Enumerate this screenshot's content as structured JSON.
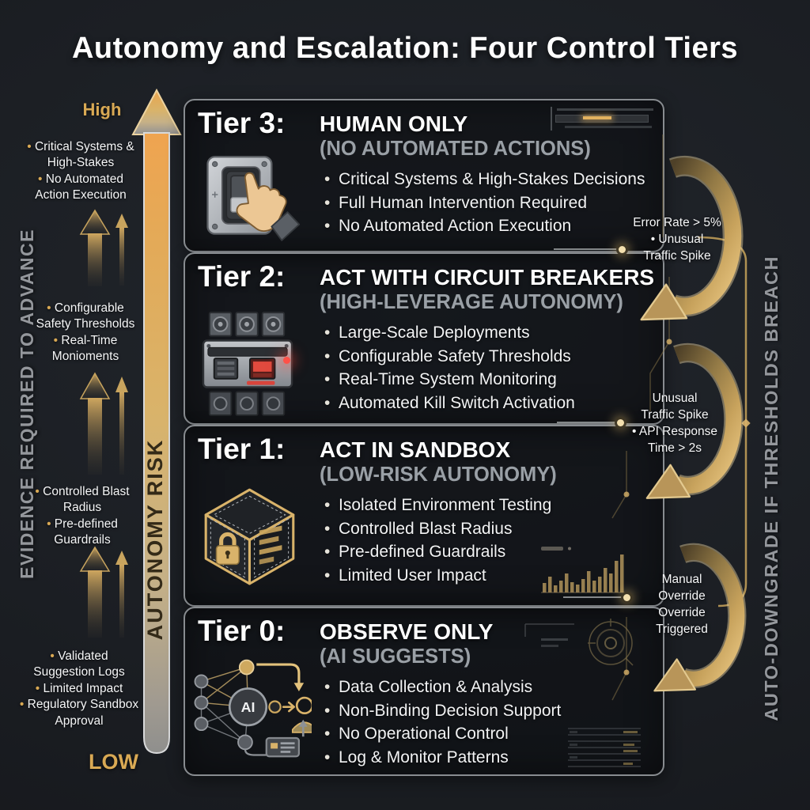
{
  "title": "Autonomy and Escalation: Four Control Tiers",
  "left_rail": {
    "vertical_label": "EVIDENCE REQUIRED TO ADVANCE",
    "risk_axis": {
      "top_label": "High",
      "bottom_label": "LOW",
      "arrow_label": "AUTONOMY RISK"
    },
    "evidence_groups": [
      {
        "items": [
          "Critical Systems & High-Stakes",
          "No Automated Action Execution"
        ]
      },
      {
        "items": [
          "Configurable Safety Thresholds",
          "Real-Time Monioments"
        ]
      },
      {
        "items": [
          "Controlled Blast Radius",
          "Pre-defined Guardrails"
        ]
      },
      {
        "items": [
          "Validated Suggestion Logs",
          "Limited Impact",
          "Regulatory Sandbox Approval"
        ]
      }
    ]
  },
  "tiers": [
    {
      "label": "Tier 3:",
      "heading": "HUMAN ONLY",
      "subheading": "(NO AUTOMATED ACTIONS)",
      "icon": "switch-hand-icon",
      "bullets": [
        "Critical Systems & High-Stakes Decisions",
        "Full Human Intervention Required",
        "No Automated Action Execution"
      ]
    },
    {
      "label": "Tier 2:",
      "heading": "ACT WITH CIRCUIT BREAKERS",
      "subheading": "(HIGH-LEVERAGE AUTONOMY)",
      "icon": "circuit-breaker-icon",
      "bullets": [
        "Large-Scale Deployments",
        "Configurable Safety Thresholds",
        "Real-Time System Monitoring",
        "Automated Kill Switch Activation"
      ]
    },
    {
      "label": "Tier 1:",
      "heading": "ACT IN SANDBOX",
      "subheading": "(LOW-RISK AUTONOMY)",
      "icon": "sandbox-cube-icon",
      "bullets": [
        "Isolated Environment Testing",
        "Controlled Blast Radius",
        "Pre-defined Guardrails",
        "Limited User Impact"
      ]
    },
    {
      "label": "Tier 0:",
      "heading": "OBSERVE ONLY",
      "subheading": "(AI SUGGESTS)",
      "icon": "ai-network-icon",
      "icon_label": "AI",
      "bullets": [
        "Data Collection & Analysis",
        "Non-Binding Decision Support",
        "No Operational Control",
        "Log & Monitor Patterns"
      ]
    }
  ],
  "right_rail": {
    "vertical_label": "AUTO-DOWNGRADE IF THRESHOLDS BREACH",
    "downgrade_triggers": [
      {
        "lines": [
          "Error Rate > 5%",
          "• Unusual",
          "Traffic Spike"
        ]
      },
      {
        "lines": [
          "Unusual",
          "Traffic Spike",
          "• API Response",
          "Time > 2s"
        ]
      },
      {
        "lines": [
          "Manual",
          "Override",
          "Override",
          "Triggered"
        ]
      }
    ]
  },
  "colors": {
    "background": "#1b1e23",
    "panel_border": "#888c90",
    "gold_accent": "#d9b36a",
    "gold_bright": "#e8a254",
    "text_primary": "#f3f4f5",
    "text_secondary": "#9aa0a6",
    "alert_red": "#e8463c"
  }
}
